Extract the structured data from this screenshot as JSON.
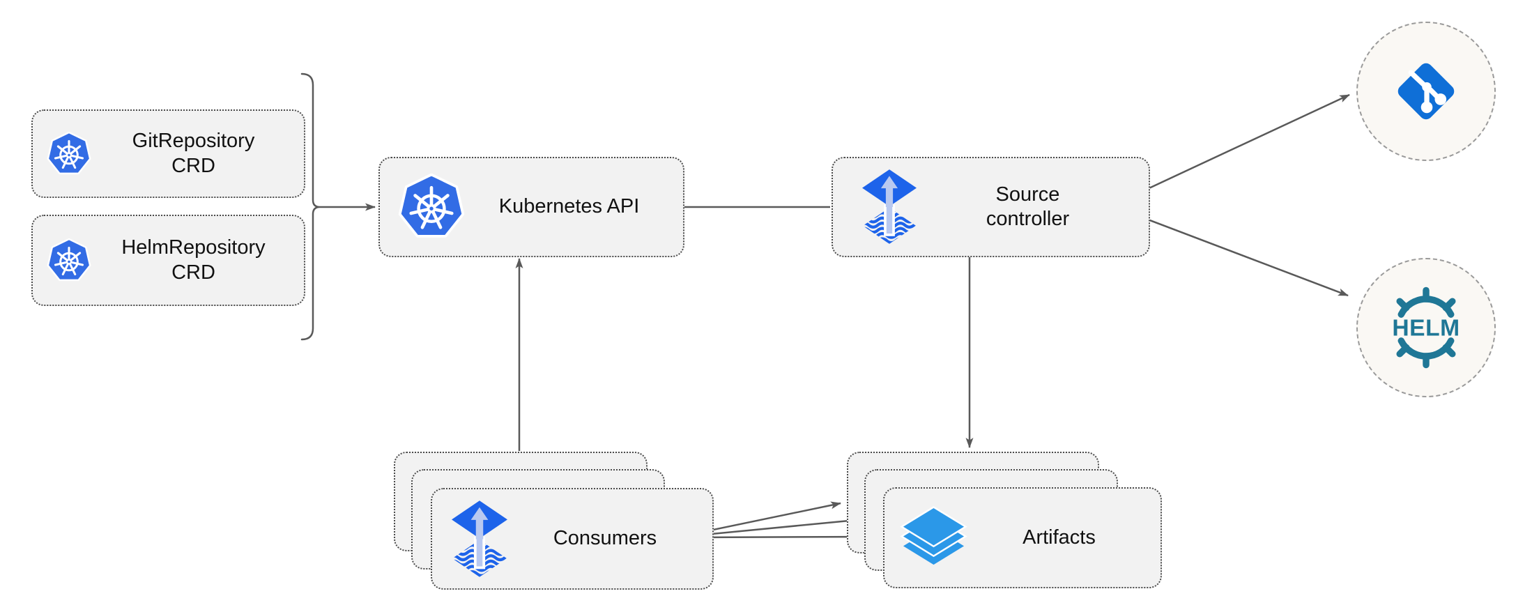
{
  "colors": {
    "canvas_bg": "#ffffff",
    "node_fill": "#f2f2f2",
    "node_border": "#4a4a4a",
    "circle_fill": "#faf8f4",
    "circle_border": "#9a9a9a",
    "connector": "#595959",
    "text": "#111111",
    "k8s_blue": "#326ce5",
    "flux_blue": "#1d63ea",
    "flux_arrow_light": "#b9c9f0",
    "git_blue": "#0f6fd7",
    "helm_teal": "#1f7796",
    "layers_blue": "#2b98e8"
  },
  "nodes": {
    "gitrepo_crd": {
      "label": "GitRepository CRD",
      "icon": "kubernetes-icon"
    },
    "helmrepo_crd": {
      "label": "HelmRepository CRD",
      "icon": "kubernetes-icon"
    },
    "kubernetes_api": {
      "label": "Kubernetes API",
      "icon": "kubernetes-icon"
    },
    "source_controller": {
      "label": "Source controller",
      "icon": "flux-icon"
    },
    "consumers": {
      "label": "Consumers",
      "icon": "flux-icon",
      "stack_count": 3
    },
    "artifacts": {
      "label": "Artifacts",
      "icon": "layers-icon",
      "stack_count": 3
    },
    "git": {
      "label": "",
      "icon": "git-icon"
    },
    "helm": {
      "label": "HELM",
      "icon": "helm-icon"
    }
  },
  "connections": [
    {
      "from": "crd_group",
      "to": "kubernetes_api",
      "style": "arrow",
      "count": 1
    },
    {
      "from": "source_controller",
      "to": "kubernetes_api",
      "style": "arrow",
      "count": 1
    },
    {
      "from": "consumers",
      "to": "kubernetes_api",
      "style": "arrow",
      "count": 1
    },
    {
      "from": "source_controller",
      "to": "artifacts",
      "style": "arrow",
      "count": 1
    },
    {
      "from": "source_controller",
      "to": "git",
      "style": "arrow",
      "count": 1
    },
    {
      "from": "source_controller",
      "to": "helm",
      "style": "arrow",
      "count": 1
    },
    {
      "from": "consumers",
      "to": "artifacts",
      "style": "arrow",
      "count": 3
    }
  ]
}
